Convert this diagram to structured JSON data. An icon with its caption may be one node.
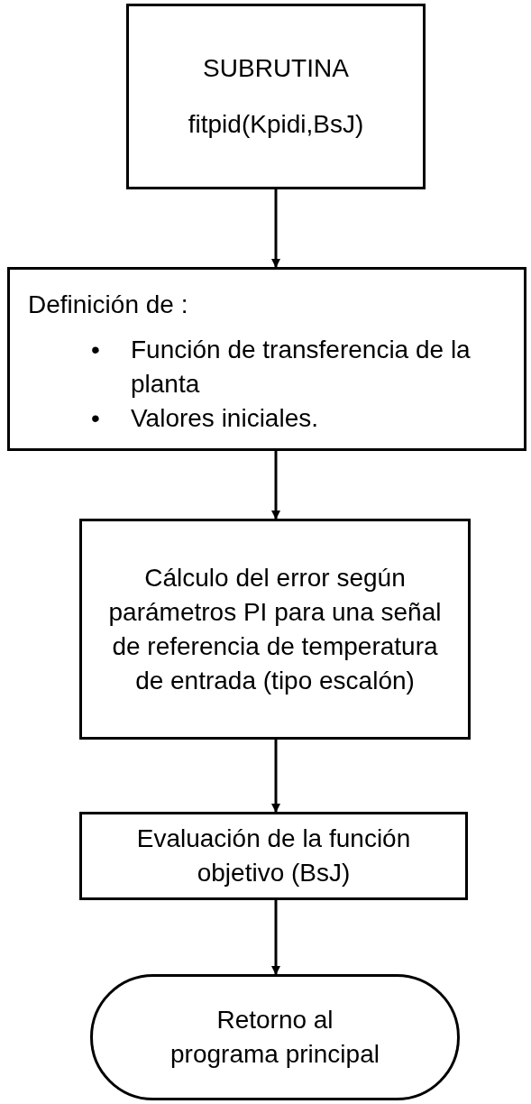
{
  "diagram": {
    "nodes": [
      {
        "text": [
          "SUBRUTINA",
          "fitpid(Kpidi,BsJ)"
        ]
      },
      {
        "text": [
          "Definición de :",
          "Función  de transferencia de la planta",
          "Valores iniciales."
        ]
      },
      {
        "text": [
          "Cálculo  del error según parámetros PI para una señal de referencia de temperatura de entrada (tipo escalón)"
        ]
      },
      {
        "text": [
          "Evaluación de la función objetivo (BsJ)"
        ]
      },
      {
        "text": [
          "Retorno al programa principal"
        ]
      }
    ],
    "labels": [
      "•",
      "•"
    ],
    "edges": [
      {
        "from": 0,
        "to": 1,
        "arrow": "to"
      },
      {
        "from": 1,
        "to": 2,
        "arrow": "to"
      },
      {
        "from": 2,
        "to": 3,
        "arrow": "to"
      },
      {
        "from": 3,
        "to": 4,
        "arrow": "to"
      }
    ]
  }
}
